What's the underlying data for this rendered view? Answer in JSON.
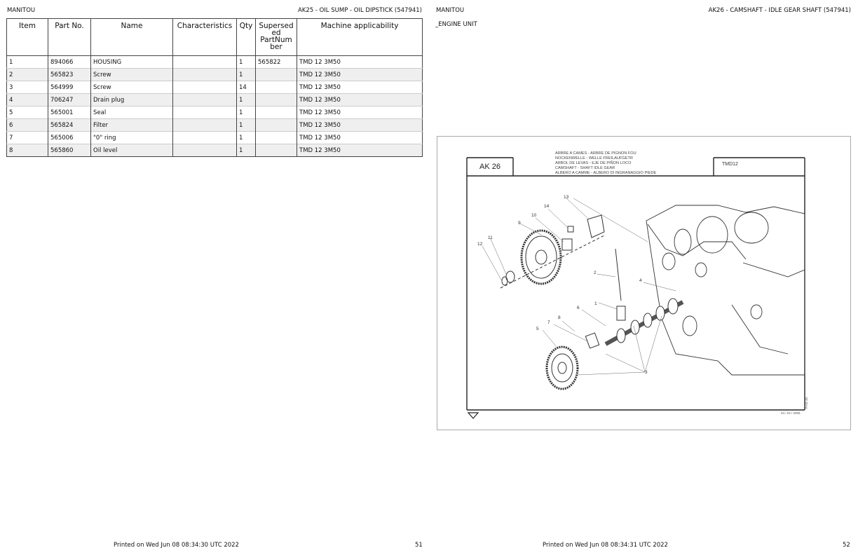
{
  "left": {
    "brand": "MANITOU",
    "title": "AK25 - OIL SUMP - OIL DIPSTICK (547941)",
    "columns": [
      "Item",
      "Part No.",
      "Name",
      "Characteristics",
      "Qty",
      "Supersed ed PartNum ber",
      "Machine applicability"
    ],
    "rows": [
      {
        "item": "1",
        "part": "894066",
        "name": "HOUSING",
        "char": "",
        "qty": "1",
        "sup": "565822",
        "mach": "TMD 12 3M50"
      },
      {
        "item": "2",
        "part": "565823",
        "name": "Screw",
        "char": "",
        "qty": "1",
        "sup": "",
        "mach": "TMD 12 3M50"
      },
      {
        "item": "3",
        "part": "564999",
        "name": "Screw",
        "char": "",
        "qty": "14",
        "sup": "",
        "mach": "TMD 12 3M50"
      },
      {
        "item": "4",
        "part": "706247",
        "name": "Drain plug",
        "char": "",
        "qty": "1",
        "sup": "",
        "mach": "TMD 12 3M50"
      },
      {
        "item": "5",
        "part": "565001",
        "name": "Seal",
        "char": "",
        "qty": "1",
        "sup": "",
        "mach": "TMD 12 3M50"
      },
      {
        "item": "6",
        "part": "565824",
        "name": "Filter",
        "char": "",
        "qty": "1",
        "sup": "",
        "mach": "TMD 12 3M50"
      },
      {
        "item": "7",
        "part": "565006",
        "name": "\"0\" ring",
        "char": "",
        "qty": "1",
        "sup": "",
        "mach": "TMD 12 3M50"
      },
      {
        "item": "8",
        "part": "565860",
        "name": "Oil level",
        "char": "",
        "qty": "1",
        "sup": "",
        "mach": "TMD 12 3M50"
      }
    ],
    "printed": "Printed on  Wed Jun 08 08:34:30 UTC 2022",
    "page_no": "51"
  },
  "right": {
    "brand": "MANITOU",
    "title": "AK26 - CAMSHAFT - IDLE GEAR SHAFT (547941)",
    "section": "_ENGINE UNIT",
    "printed": "Printed on  Wed Jun 08 08:34:31 UTC 2022",
    "page_no": "52",
    "diagram": {
      "code": "AK 26",
      "model": "TMD12",
      "desc_lines": [
        "ARBRE A CAMES - ARBRE DE PIGNON FOU",
        "NOCKENWELLE - WELLE FREILAUFGETR",
        "ARBOL DE LEVAS - EJE DE PIÑON LOCO",
        "CAMSHAFT - SHAFT IDLE GEAR",
        "ALBERO A CAMME - ALBERO DI INGRANAGGIO PIEDE"
      ],
      "callouts": [
        "1",
        "2",
        "3",
        "4",
        "5",
        "6",
        "7",
        "8",
        "9",
        "10",
        "11",
        "12",
        "13",
        "14"
      ],
      "date": "04 / 04 / 2006",
      "ref": "P.AD 40"
    }
  }
}
